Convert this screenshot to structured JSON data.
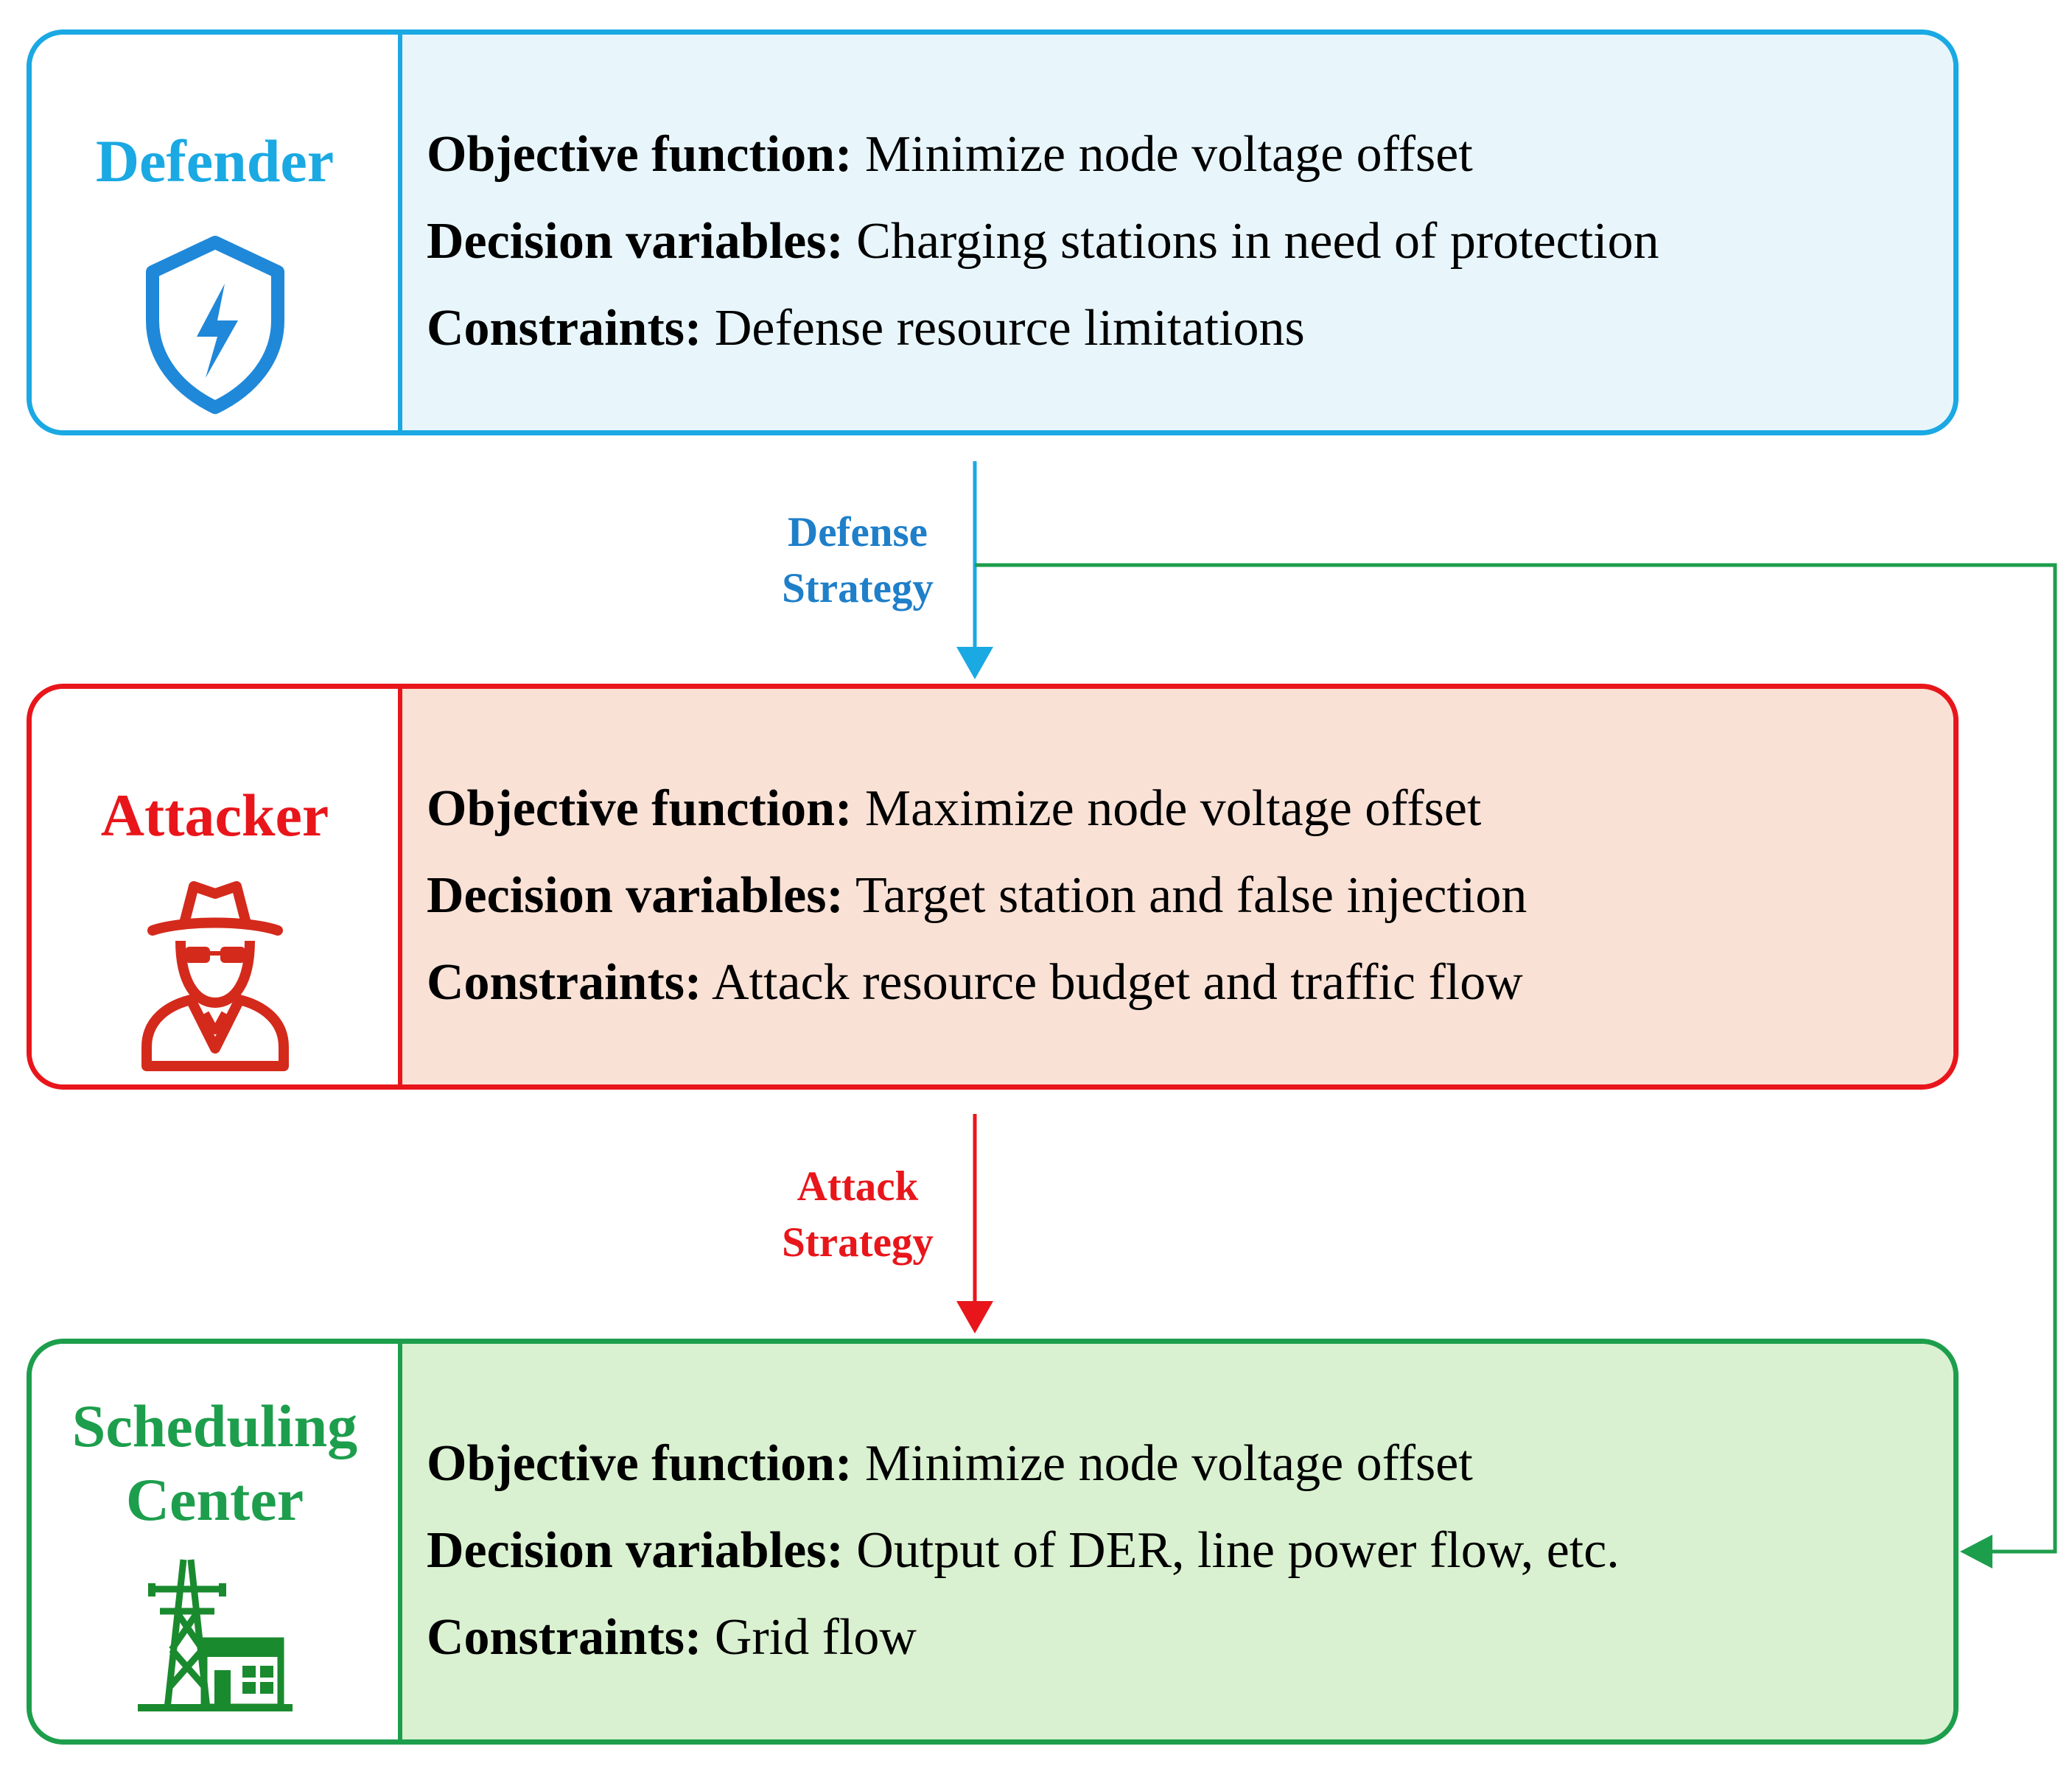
{
  "defender": {
    "role": "Defender",
    "icon": "shield-lightning-icon",
    "color": "#1aa9e3",
    "objective_label": "Objective function:",
    "objective_value": " Minimize node voltage offset",
    "decision_label": "Decision variables:",
    "decision_value": " Charging stations in need of protection",
    "constraints_label": "Constraints:",
    "constraints_value": " Defense resource limitations"
  },
  "attacker": {
    "role": "Attacker",
    "icon": "spy-icon",
    "color": "#e8161b",
    "objective_label": "Objective function:",
    "objective_value": " Maximize node voltage offset",
    "decision_label": "Decision variables:",
    "decision_value": " Target station and false injection",
    "constraints_label": "Constraints:",
    "constraints_value": " Attack resource budget and traffic flow"
  },
  "center": {
    "role_line1": "Scheduling",
    "role_line2": "Center",
    "icon": "power-tower-building-icon",
    "color": "#1d9e4c",
    "objective_label": "Objective function:",
    "objective_value": " Minimize node voltage offset",
    "decision_label": "Decision variables:",
    "decision_value": " Output of DER, line power flow, etc.",
    "constraints_label": "Constraints:",
    "constraints_value": " Grid flow"
  },
  "edges": {
    "defense_line1": "Defense",
    "defense_line2": "Strategy",
    "attack_line1": "Attack",
    "attack_line2": "Strategy"
  }
}
